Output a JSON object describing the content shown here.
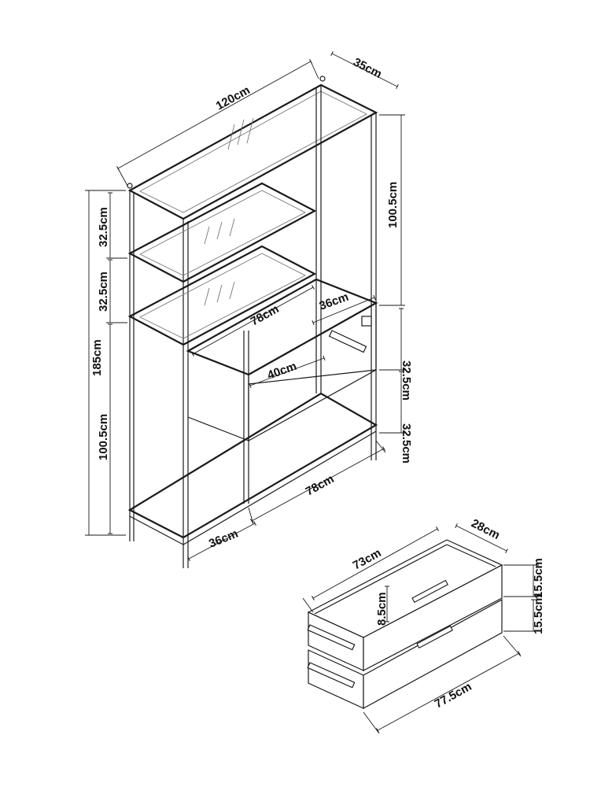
{
  "shelf_dimensions": {
    "width_top": "120cm",
    "depth_top": "35cm",
    "height_right_upper": "100.5cm",
    "height_left_shelf_1": "32.5cm",
    "height_left_shelf_2": "32.5cm",
    "height_total": "185cm",
    "height_left_lower": "100.5cm",
    "inner_width_upper": "78cm",
    "inner_depth_upper": "36cm",
    "inner_drawer_width": "40cm",
    "height_right_drawer_1": "32.5cm",
    "height_right_drawer_2": "32.5cm",
    "width_bottom": "78cm",
    "depth_bottom": "36cm"
  },
  "drawer_dimensions": {
    "width_top": "73cm",
    "depth": "28cm",
    "front_height_1": "15.5cm",
    "front_height_2": "15.5cm",
    "inner_height": "8.5cm",
    "width_front": "77.5cm"
  }
}
